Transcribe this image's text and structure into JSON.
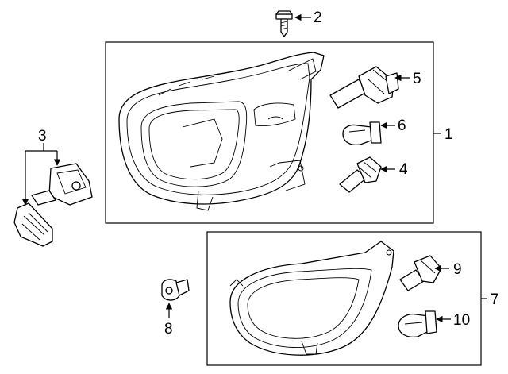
{
  "diagram": {
    "callouts": [
      {
        "id": "c1",
        "label": "1"
      },
      {
        "id": "c2",
        "label": "2"
      },
      {
        "id": "c3",
        "label": "3"
      },
      {
        "id": "c4",
        "label": "4"
      },
      {
        "id": "c5",
        "label": "5"
      },
      {
        "id": "c6",
        "label": "6"
      },
      {
        "id": "c7",
        "label": "7"
      },
      {
        "id": "c8",
        "label": "8"
      },
      {
        "id": "c9",
        "label": "9"
      },
      {
        "id": "c10",
        "label": "10"
      }
    ],
    "colors": {
      "line": "#000000",
      "background": "#ffffff"
    }
  }
}
